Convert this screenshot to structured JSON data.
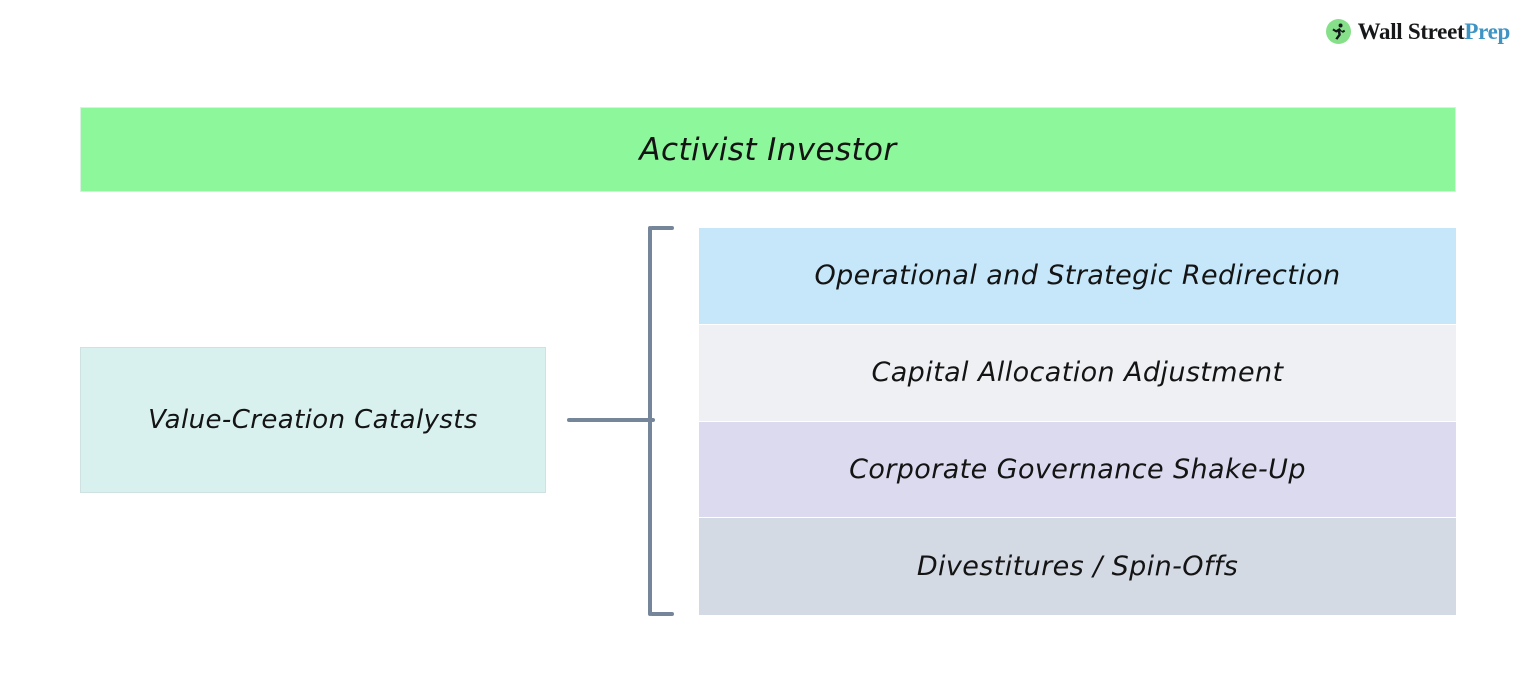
{
  "brand": {
    "icon": "running-figure-icon",
    "name_primary": "Wall Street",
    "name_secondary": "Prep",
    "primary_color": "#17181a",
    "secondary_color": "#3f94c4",
    "mark_color": "#86e08a"
  },
  "diagram": {
    "banner": {
      "label": "Activist Investor",
      "background_color": "#8df79b"
    },
    "left_node": {
      "label": "Value-Creation Catalysts",
      "background_color": "#d8f1ef"
    },
    "connector_color": "#76869a",
    "rows": [
      {
        "label": "Operational and Strategic Redirection",
        "background_color": "#c5e7f9"
      },
      {
        "label": "Capital Allocation Adjustment",
        "background_color": "#eff0f3"
      },
      {
        "label": "Corporate Governance Shake-Up",
        "background_color": "#dbdaef"
      },
      {
        "label": "Divestitures / Spin-Offs",
        "background_color": "#d4dae4"
      }
    ]
  }
}
